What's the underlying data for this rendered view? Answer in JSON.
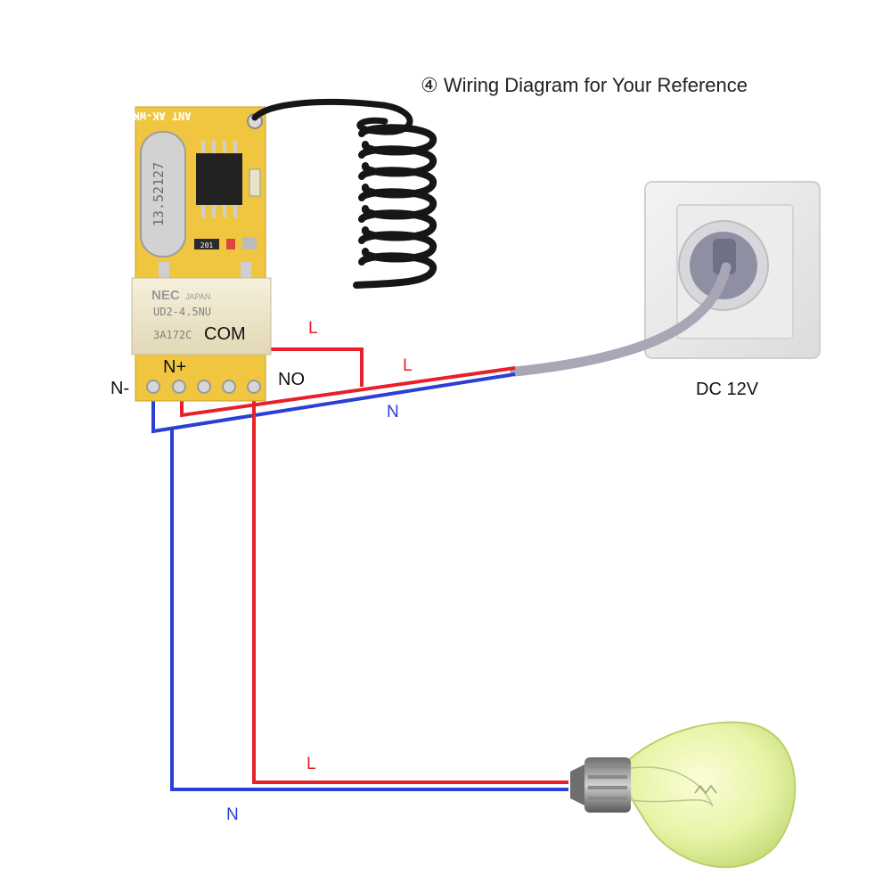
{
  "title": "④ Wiring Diagram for Your Reference",
  "module": {
    "silk_top": "ANT AK-WK",
    "crystal_marking": "13.52127",
    "resistor_marking": "201",
    "relay_brand": "NEC",
    "relay_origin": "JAPAN",
    "relay_model": "UD2-4.5NU",
    "relay_lot": "3A172C"
  },
  "terminals": {
    "n_minus": "N-",
    "n_plus": "N+",
    "com": "COM",
    "no": "NO"
  },
  "wires": {
    "l_link": "L",
    "l_supply": "L",
    "n_supply": "N",
    "l_lamp": "L",
    "n_lamp": "N"
  },
  "power_source": {
    "label": "DC 12V"
  },
  "colors": {
    "live": "#e8202a",
    "neutral": "#2a3fd6",
    "cable": "#a9a6b6",
    "pcb": "#f0c640",
    "antenna": "#161616"
  }
}
